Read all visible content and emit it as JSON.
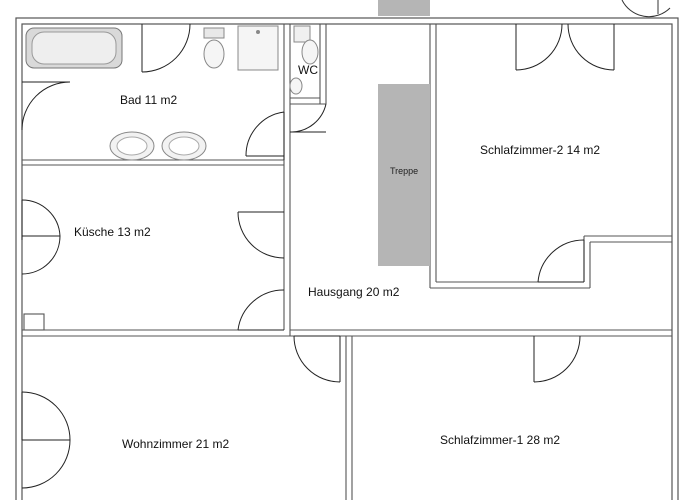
{
  "plan": {
    "rooms": {
      "bad": "Bad  11 m2",
      "wc": "WC",
      "kueche": "Küsche  13 m2",
      "hausgang": "Hausgang  20 m2",
      "treppe": "Treppe",
      "schlafzimmer2": "Schlafzimmer-2  14 m2",
      "wohnzimmer": "Wohnzimmer  21 m2",
      "schlafzimmer1": "Schlafzimmer-1  28 m2"
    },
    "colors": {
      "wall": "#555555",
      "stair": "#b5b5b5",
      "fixture": "#9a9a9a"
    }
  }
}
